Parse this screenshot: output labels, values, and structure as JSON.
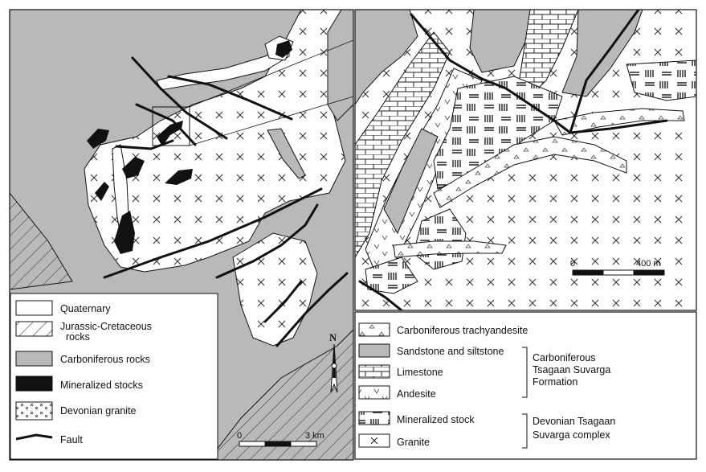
{
  "left_legend": [
    {
      "label": "Quaternary",
      "swatch": "quaternary"
    },
    {
      "label": "Jurassic-Cretaceous",
      "label2": "rocks",
      "swatch": "jurassic"
    },
    {
      "label": "Carboniferous rocks",
      "swatch": "carboniferous"
    },
    {
      "label": "Mineralized stocks",
      "swatch": "stocks"
    },
    {
      "label": "Devonian granite",
      "swatch": "granite_devonian"
    },
    {
      "label": "Fault",
      "swatch": "fault"
    }
  ],
  "left_scale": {
    "start": "0",
    "end": "3 km"
  },
  "north_label": "N",
  "right_scale": {
    "start": "0",
    "end": "400 m"
  },
  "right_legend": [
    {
      "label": "Carboniferous trachyandesite",
      "swatch": "trachyandesite"
    },
    {
      "label": "Sandstone and siltstone",
      "swatch": "sandstone"
    },
    {
      "label": "Limestone",
      "swatch": "limestone"
    },
    {
      "label": "Andesite",
      "swatch": "andesite"
    },
    {
      "label": "Mineralized stock",
      "swatch": "stock_lines"
    },
    {
      "label": "Granite",
      "swatch": "granite"
    }
  ],
  "bracket_carboniferous": [
    "Carboniferous",
    "Tsagaan Suvarga",
    "Formation"
  ],
  "bracket_devonian": [
    "Devonian Tsagaan",
    "Suvarga complex"
  ],
  "colors": {
    "gray": "#b9b9b9",
    "black": "#111111",
    "white": "#ffffff"
  }
}
